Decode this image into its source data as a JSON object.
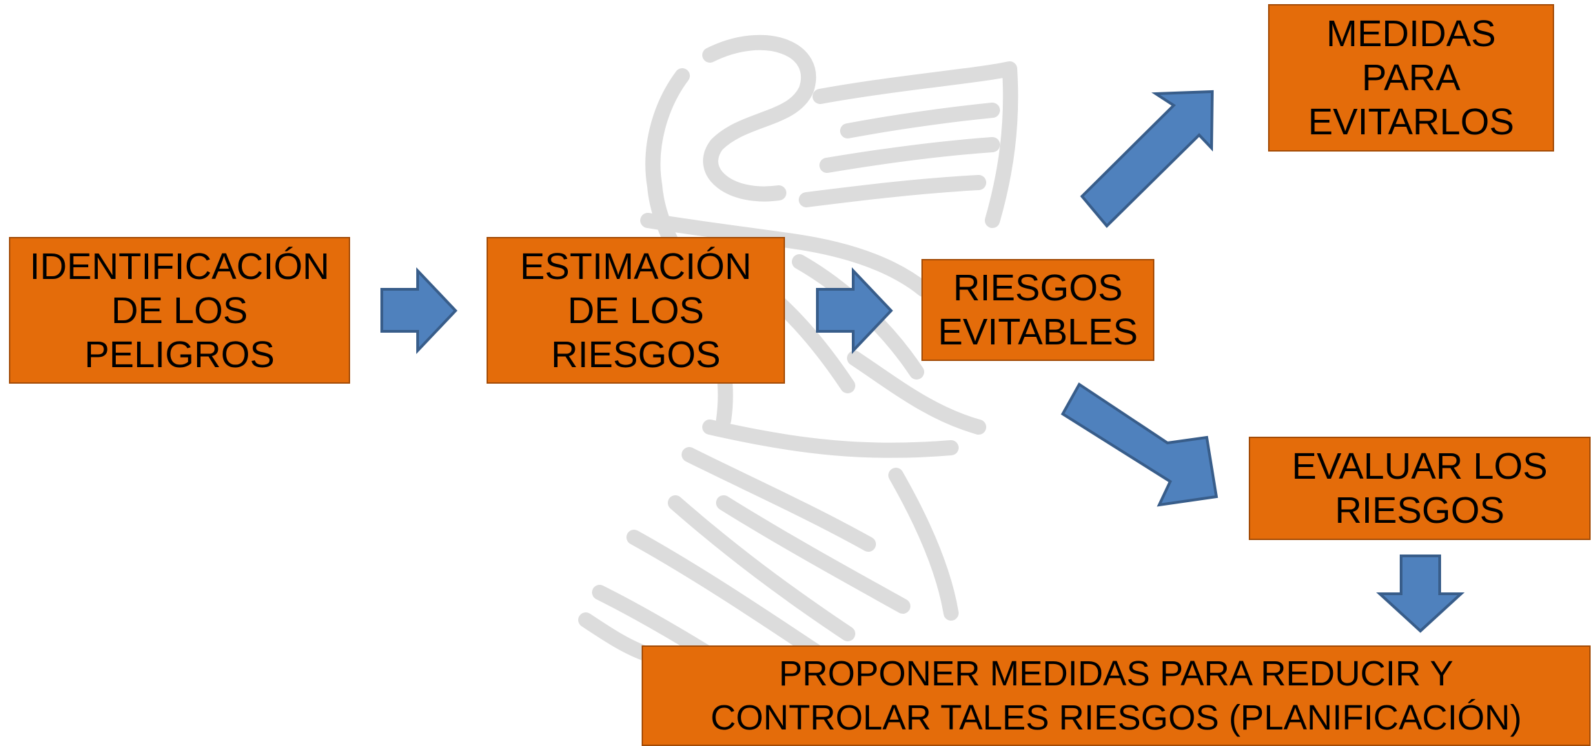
{
  "diagram": {
    "boxes": {
      "identificacion": "IDENTIFICACIÓN\nDE LOS\nPELIGROS",
      "estimacion": "ESTIMACIÓN\nDE LOS\nRIESGOS",
      "evitables": "RIESGOS\nEVITABLES",
      "medidas": "MEDIDAS\nPARA\nEVITARLOS",
      "evaluar": "EVALUAR LOS\nRIESGOS",
      "proponer": "PROPONER MEDIDAS PARA REDUCIR Y\nCONTROLAR TALES RIESGOS (PLANIFICACIÓN)"
    },
    "colors": {
      "box_fill": "#e46c0a",
      "box_border": "#a34b06",
      "arrow_fill": "#4f81bd",
      "arrow_stroke": "#385d8a",
      "watermark": "#dcdcdc"
    },
    "watermark_icon": "heraldic-griffin-watermark-icon"
  }
}
